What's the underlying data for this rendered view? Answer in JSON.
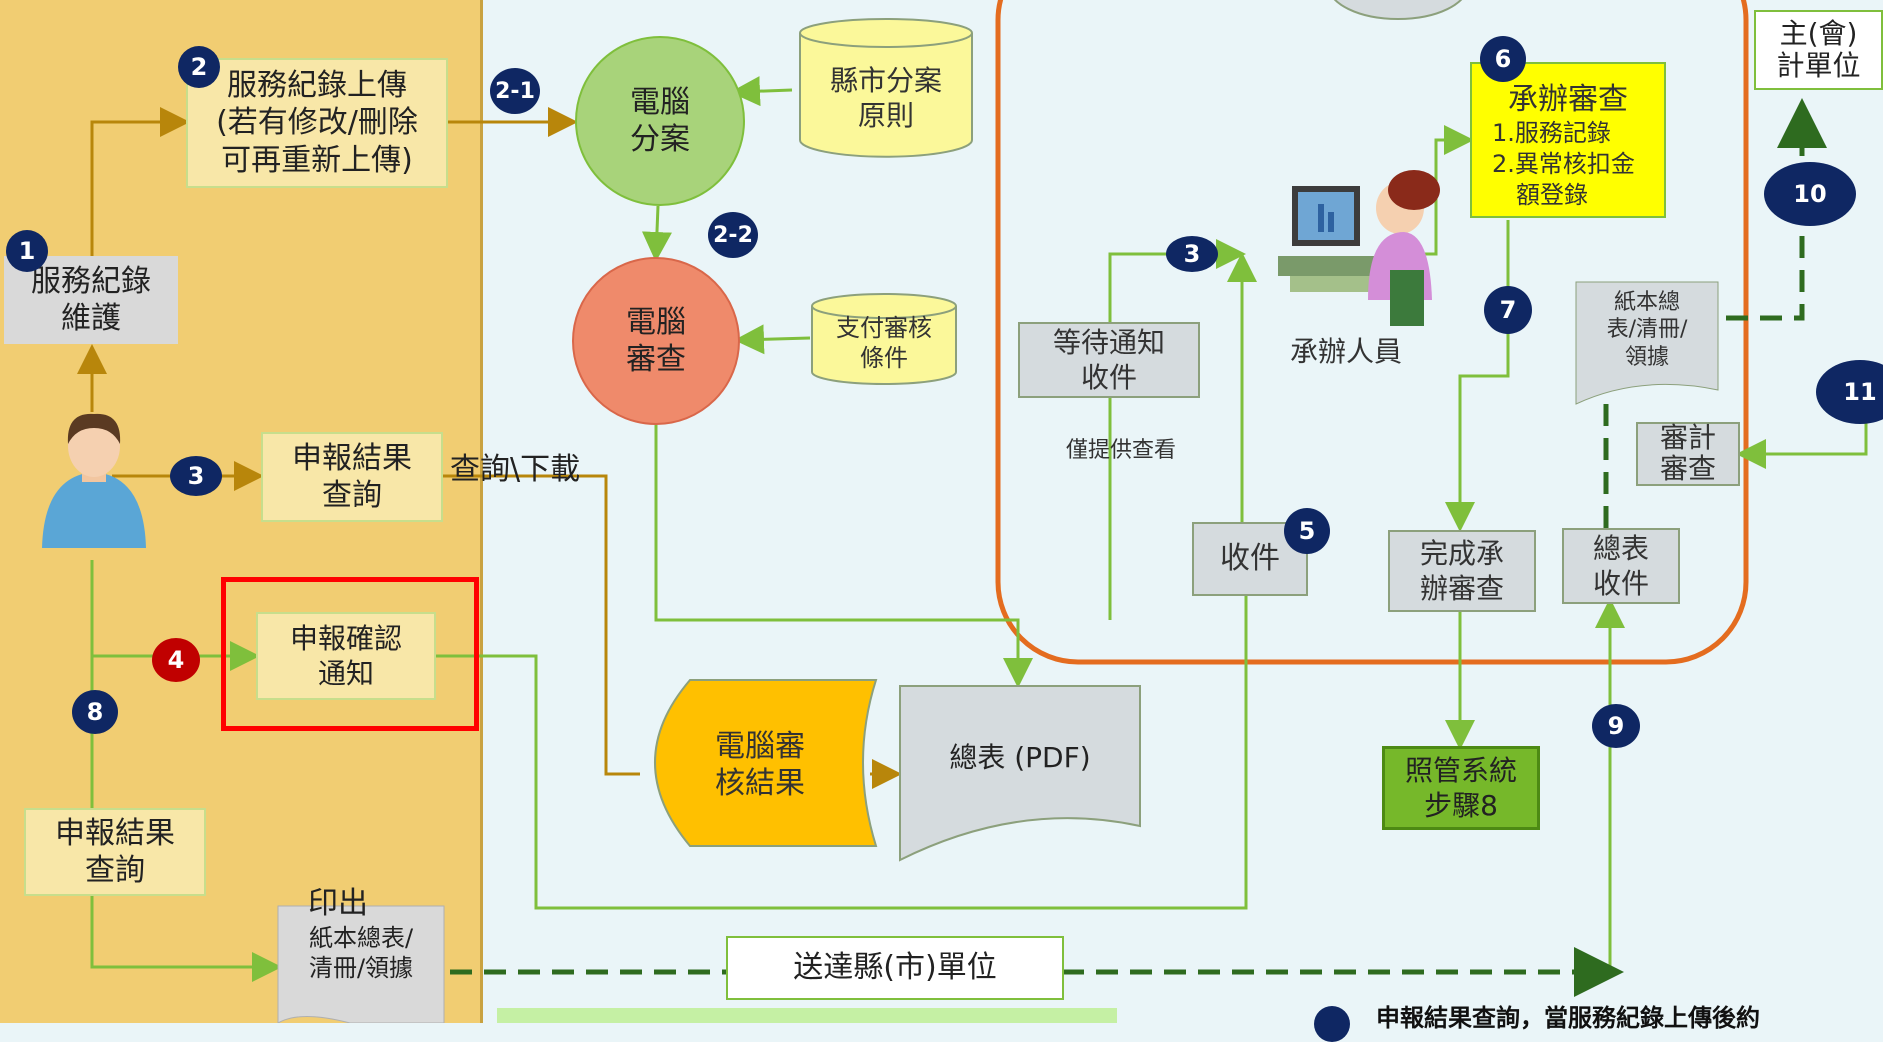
{
  "nodes": {
    "upload": "服務紀錄上傳\n(若有修改/刪除\n可再重新上傳)",
    "maintain": "服務紀錄\n維護",
    "result_query_top": "申報結果\n查詢",
    "confirm_notice": "申報確認\n通知",
    "result_query_bottom": "申報結果\n查詢",
    "print_label": "印出",
    "paper_left": "紙本總表/\n清冊/領據",
    "query_download": "查詢\\下載",
    "computer_assign": "電腦\n分案",
    "computer_review": "電腦\n審查",
    "county_rule": "縣市分案\n原則",
    "payment_cond": "支付審核\n條件",
    "computer_result": "電腦審\n核結果",
    "summary_pdf": "總表 (PDF)",
    "wait_notice": "等待通知\n收件",
    "view_only": "僅提供查看",
    "receive": "收件",
    "staff": "承辦人員",
    "review_title": "承辦審查",
    "review_items": "1.服務記錄\n2.異常核扣金\n　額登錄",
    "finish_review": "完成承\n辦審查",
    "care_system": "照管系統\n步驟8",
    "paper_summary": "紙本總\n表/清冊/\n領據",
    "audit_review": "審計\n審查",
    "summary_receive": "總表\n收件",
    "deliver": "送達縣(市)單位",
    "accounting": "主(會)\n計單位",
    "bottom_note": "申報結果查詢，當服務紀錄上傳後約"
  },
  "badges": {
    "b1": "1",
    "b2": "2",
    "b2_1": "2-1",
    "b2_2": "2-2",
    "b3_left": "3",
    "b4": "4",
    "b8": "8",
    "b3_right": "3",
    "b5": "5",
    "b6": "6",
    "b7": "7",
    "b9": "9",
    "b10": "10",
    "b11": "11"
  },
  "colors": {
    "left_panel": "#f1cd72",
    "badge": "#0f2763",
    "badge_alert": "#c00000",
    "highlight_frame": "#ff0000",
    "review_frame": "#e46c1f",
    "flow_line": "#7fbf3c",
    "left_flow_line": "#b8860b",
    "dashed_line": "#2e6b1f"
  }
}
